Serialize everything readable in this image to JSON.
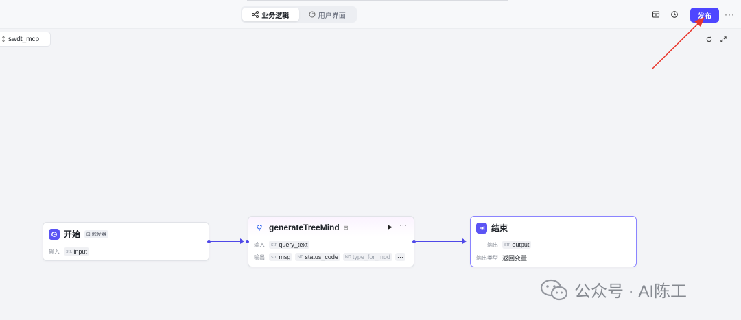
{
  "header": {
    "tabs": [
      {
        "label": "业务逻辑",
        "active": true
      },
      {
        "label": "用户界面",
        "active": false
      }
    ],
    "publish_label": "发布",
    "accent_color": "#4e46ff"
  },
  "canvas": {
    "project_name": "swdt_mcp"
  },
  "nodes": {
    "start": {
      "title": "开始",
      "badge": "触发器",
      "input_label": "输入",
      "input_type": "str.",
      "input_name": "input"
    },
    "mid": {
      "title": "generateTreeMind",
      "input_label": "输入",
      "input_type": "str.",
      "input_name": "query_text",
      "output_label": "输出",
      "outputs": [
        {
          "type": "str.",
          "name": "msg"
        },
        {
          "type": "N0",
          "name": "status_code"
        },
        {
          "type": "N0",
          "name": "type_for_mod"
        }
      ],
      "more": "···"
    },
    "end": {
      "title": "结束",
      "output_label": "输出",
      "output_type": "str.",
      "output_name": "output",
      "output_type_label": "输出类型",
      "output_type_value": "返回变量"
    }
  },
  "watermark": {
    "text": "公众号 · AI陈工"
  }
}
